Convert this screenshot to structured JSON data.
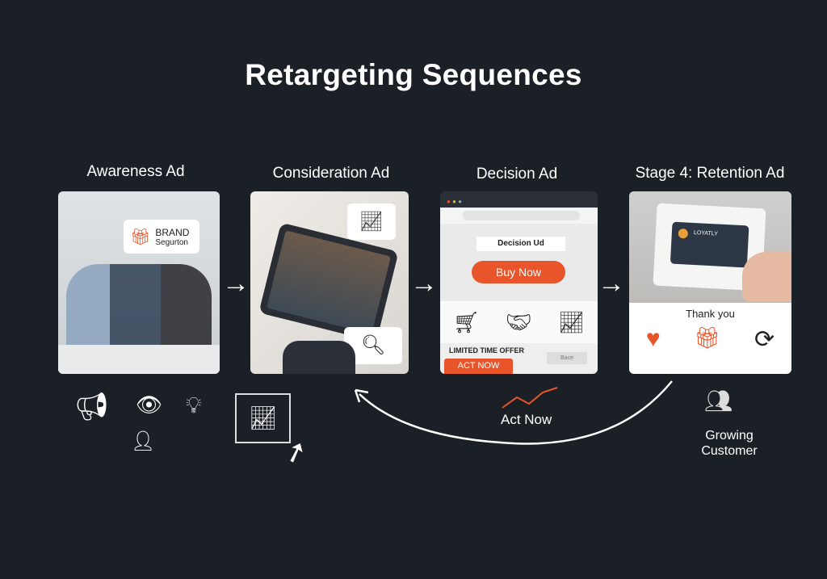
{
  "title": "Retargeting Sequences",
  "stages": [
    {
      "label": "Awareness Ad",
      "bubble_line1": "BRAND",
      "bubble_line2": "Segurton"
    },
    {
      "label": "Consideration Ad"
    },
    {
      "label": "Decision Ad",
      "headline": "Decision Ud",
      "cta": "Buy Now",
      "offer": "LIMITED TIME OFFER",
      "offer_cta": "ACT NOW",
      "side_button": "Bace"
    },
    {
      "label": "Stage 4: Retention Ad",
      "card_text": "LOYATLY",
      "thanks": "Thank you"
    }
  ],
  "act_now": "Act Now",
  "growing_customer": "Growing Customer",
  "colors": {
    "background": "#1b2027",
    "accent": "#e8552b"
  }
}
